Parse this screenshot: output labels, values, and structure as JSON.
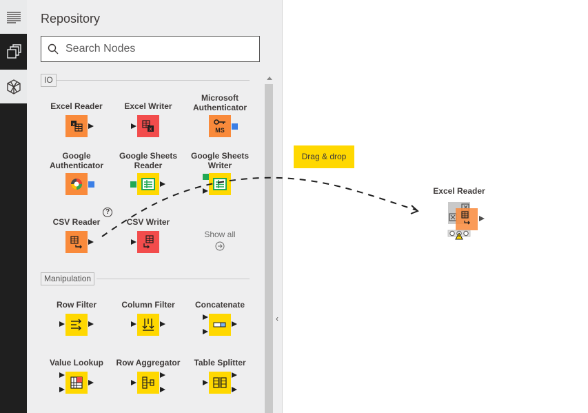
{
  "sidebar": {
    "items": [
      {
        "name": "description",
        "icon": "list-lines-icon",
        "active": true
      },
      {
        "name": "workflow-nav",
        "icon": "stacked-windows-icon",
        "active": false
      },
      {
        "name": "repository",
        "icon": "cube-icon",
        "active": true
      }
    ]
  },
  "repository": {
    "title": "Repository",
    "search": {
      "placeholder": "Search Nodes",
      "value": ""
    },
    "categories": [
      {
        "label": "IO",
        "nodes": [
          {
            "name": "Excel Reader",
            "color": "#f98a3b"
          },
          {
            "name": "Excel Writer",
            "color": "#f24c4c"
          },
          {
            "name": "Microsoft Authenticator",
            "color": "#f98a3b"
          },
          {
            "name": "Google Authenticator",
            "color": "#f98a3b"
          },
          {
            "name": "Google Sheets Reader",
            "color": "#ffd800"
          },
          {
            "name": "Google Sheets Writer",
            "color": "#ffd800"
          },
          {
            "name": "CSV Reader",
            "color": "#f98a3b"
          },
          {
            "name": "CSV Writer",
            "color": "#f24c4c"
          }
        ],
        "show_all": "Show all"
      },
      {
        "label": "Manipulation",
        "nodes": [
          {
            "name": "Row Filter",
            "color": "#ffd800"
          },
          {
            "name": "Column Filter",
            "color": "#ffd800"
          },
          {
            "name": "Concatenate",
            "color": "#ffd800"
          },
          {
            "name": "Value Lookup",
            "color": "#ffd800"
          },
          {
            "name": "Row Aggregator",
            "color": "#ffd800"
          },
          {
            "name": "Table Splitter",
            "color": "#ffd800"
          }
        ]
      }
    ],
    "help_glyph": "?"
  },
  "canvas": {
    "tooltip": "Drag & drop",
    "dropped_node": {
      "name": "Excel Reader",
      "status": "warning"
    }
  },
  "colors": {
    "source": "#f98a3b",
    "sink": "#f24c4c",
    "manipulator": "#ffd800",
    "panel": "#eeeeef",
    "rail": "#1f1f1f"
  }
}
